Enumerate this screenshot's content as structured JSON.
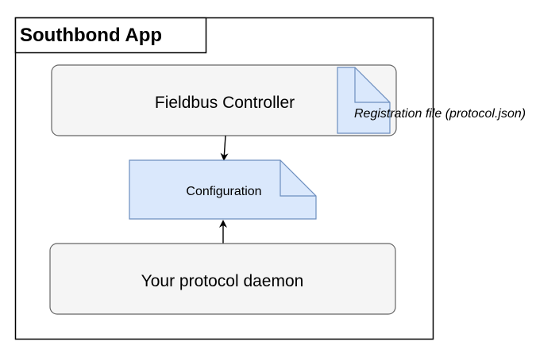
{
  "app": {
    "title": "Southbond App"
  },
  "boxes": {
    "fieldbus_controller": "Fieldbus Controller",
    "protocol_daemon": "Your protocol daemon"
  },
  "documents": {
    "configuration": "Configuration",
    "registration_file": "Registration file (protocol.json)"
  },
  "colors": {
    "box_fill": "#f5f5f5",
    "box_stroke": "#666666",
    "doc_fill": "#dae8fc",
    "doc_stroke": "#6c8ebf",
    "frame_stroke": "#000000"
  }
}
